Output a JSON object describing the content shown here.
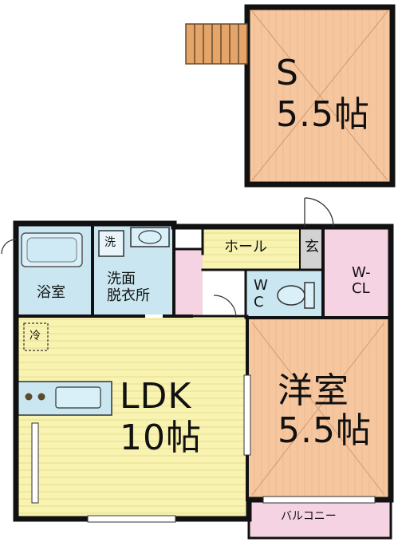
{
  "rooms": {
    "storage": {
      "name": "S",
      "size": "5.5帖"
    },
    "bath": {
      "name": "浴室"
    },
    "washroom": {
      "name": "洗面\n脱衣所"
    },
    "washer": {
      "name": "洗"
    },
    "hall": {
      "name": "ホール"
    },
    "entrance": {
      "name": "玄"
    },
    "walkin": {
      "name": "W-\nCL"
    },
    "wc": {
      "name": "W\nC"
    },
    "fridge": {
      "name": "冷"
    },
    "ldk": {
      "name": "LDK",
      "size": "10帖"
    },
    "western": {
      "name": "洋室",
      "size": "5.5帖"
    },
    "balcony": {
      "name": "バルコニー"
    }
  },
  "colors": {
    "wall": "#111111",
    "room_peach": "#f6c79f",
    "floor_yellow": "#f8f3b0",
    "wet_blue": "#c9e6f1",
    "pink": "#f6d3e2",
    "grey": "#d2d2d2",
    "wood_stairs": "#e3a56a"
  }
}
